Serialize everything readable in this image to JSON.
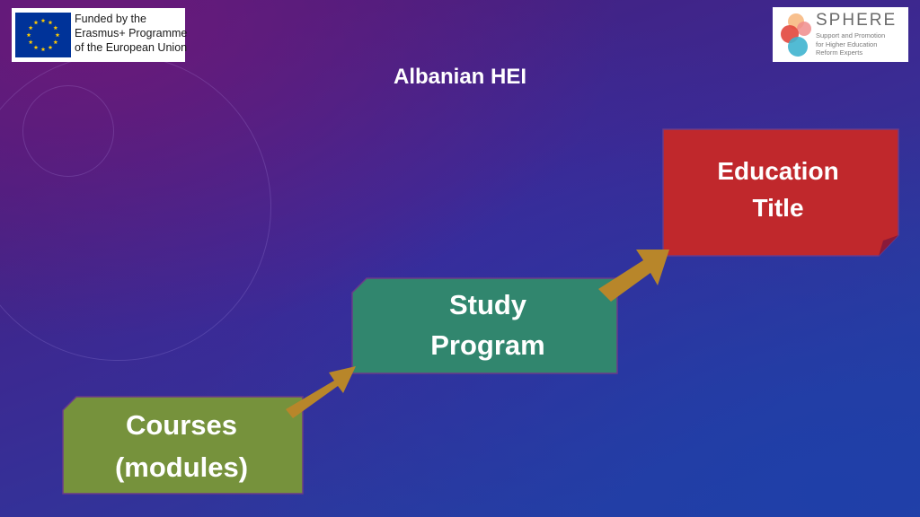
{
  "header": {
    "title": "Albanian HEI"
  },
  "logos": {
    "eu": {
      "lines": [
        "Funded by the",
        "Erasmus+ Programme",
        "of the European Union"
      ],
      "flag_color": "#003399",
      "star_color": "#FFCC00"
    },
    "sphere": {
      "title": "SPHERE",
      "subtitle_lines": [
        "Support and Promotion",
        "for Higher Education",
        "Reform Experts"
      ]
    }
  },
  "diagram": {
    "steps": [
      {
        "id": "courses",
        "lines": [
          "Courses",
          "(modules)"
        ],
        "color": "#76923c"
      },
      {
        "id": "study-program",
        "lines": [
          "Study",
          "Program"
        ],
        "color": "#31866e"
      },
      {
        "id": "education-title",
        "lines": [
          "Education",
          "Title"
        ],
        "color": "#c0282c"
      }
    ],
    "arrow_color": "#b8862a"
  }
}
